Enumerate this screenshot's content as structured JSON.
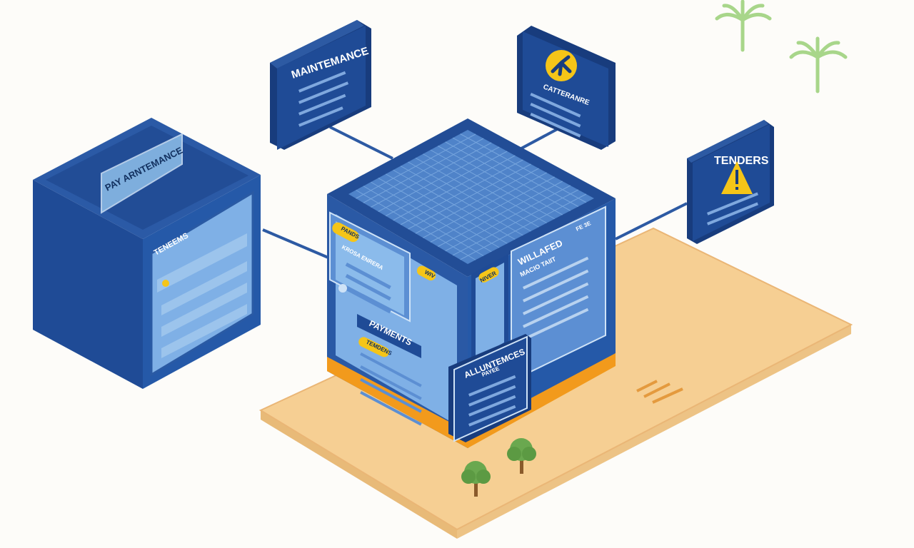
{
  "labels": {
    "left_box_title": "PAY ARNTEMANCE",
    "left_box_panel": "TENEEMS",
    "maintenance_sign": "MAINTEMANCE",
    "top_right_sign": "CATTERANRE",
    "tenders_sign": "TENDERS",
    "cube_badge": "PANDS",
    "cube_list_title": "KROSA ENRERA",
    "cube_small_badge": "WIV",
    "cube_right_badge": "NIVER",
    "cube_right_title": "WILLAFED",
    "cube_right_subtitle": "MACIO TAIIT",
    "cube_right_tag": "FE 3E",
    "payments_tab": "PAYMENTS",
    "payments_badge": "TEMDENS",
    "allotments_panel_title": "ALLUNTEMCES",
    "allotments_panel_subtitle": "PAYEE"
  },
  "icons": [
    "wrench-icon",
    "warning-icon",
    "palm-tree-icon",
    "tree-icon"
  ],
  "colors": {
    "navy": "#1f4b96",
    "navy_dark": "#183c7d",
    "panel_blue": "#6f9fdc",
    "accent_yellow": "#f5c518",
    "platform": "#f8d9a8",
    "orange": "#f29a1c"
  }
}
